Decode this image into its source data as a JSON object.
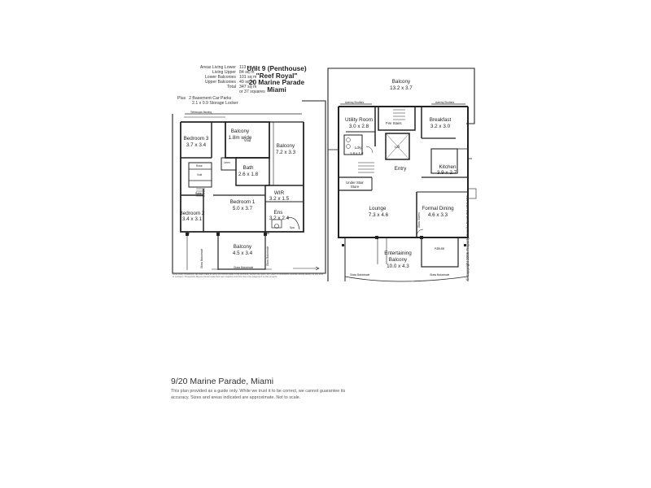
{
  "areas": {
    "rows": [
      {
        "label": "Areas Living Lower",
        "value": "113 sq m"
      },
      {
        "label": "Living Upper",
        "value": "84 sq m"
      },
      {
        "label": "Lower Balconies",
        "value": "101 sq m"
      },
      {
        "label": "Upper Balconies",
        "value": "49 sq m"
      },
      {
        "label": "Total",
        "value": "347 sq m"
      },
      {
        "label": "",
        "value": "or 37 squares"
      }
    ],
    "plus_label": "Plus",
    "plus_lines": [
      "2 Basement Car Parks",
      "2.1 x 0.9 Storage Locker"
    ]
  },
  "title": {
    "line1": "Unit 9 (Penthouse)",
    "line2": "\"Reef Royal\"",
    "line3": "20 Marine Parade",
    "line4": "Miami"
  },
  "upper_floor": {
    "balcony_top": {
      "name": "Balcony",
      "dims": "1.8m wide"
    },
    "telescopic_awning": "Telescopic Awning",
    "void_main": "Void",
    "balcony_right": {
      "name": "Balcony",
      "dims": "7.2 x 3.3"
    },
    "bedroom3": {
      "name": "Bedroom 3",
      "dims": "3.7 x 3.4"
    },
    "robe1": "Robe",
    "void_small": "Void",
    "robe2": "Robe",
    "linen": "Linen",
    "bath": {
      "name": "Bath",
      "dims": "2.6 x 1.8"
    },
    "bedroom2": {
      "name": "Bedroom 2",
      "dims": "3.4 x 3.1"
    },
    "bedroom1": {
      "name": "Bedroom 1",
      "dims": "5.0 x 3.7"
    },
    "wir": {
      "name": "WIR",
      "dims": "3.2 x 1.5"
    },
    "ens": {
      "name": "Ens",
      "dims": "3.2 x 2.4"
    },
    "spa": "Spa",
    "balcony_bottom": {
      "name": "Balcony",
      "dims": "4.5 x 3.4"
    },
    "glass_balustrade_left": "Glass Balustrade",
    "glass_balustrade_right": "Glass Balustrade",
    "glass_balustrade_bottom": "Glass Balustrade"
  },
  "lower_floor": {
    "balcony": {
      "name": "Balcony",
      "dims": "13.2 x 3.7"
    },
    "awning_left": "Awning Shutters",
    "awning_right": "Awning Shutters",
    "utility": {
      "name": "Utility Room",
      "dims": "3.0 x 2.8"
    },
    "fire_stairs": "Fire Stairs",
    "lift": "Lift",
    "breakfast": {
      "name": "Breakfast",
      "dims": "3.2 x 3.0"
    },
    "ldry": {
      "name": "Ldry",
      "dims": "1.8 x 1.8"
    },
    "entry": "Entry",
    "kitchen": {
      "name": "Kitchen",
      "dims": "3.9 x 2.7"
    },
    "under_stair": {
      "name": "Under Stair",
      "sub": "Store"
    },
    "lounge": {
      "name": "Lounge",
      "dims": "7.3 x 4.6"
    },
    "formal_dining": {
      "name": "Formal Dining",
      "dims": "4.6 x 3.3"
    },
    "glass_sliders": "Glass Sliders",
    "atrium": "Atrium",
    "entertaining": {
      "name": "Entertaining",
      "sub": "Balcony",
      "dims": "10.0 x 4.3"
    },
    "glass_balustrade_left": "Glass Balustrade",
    "glass_balustrade_right": "Glass Balustrade"
  },
  "copyright": "© Copyright 2005 Property Details PH:0409 803 707",
  "disclaimer": "While every endeavour has been made to verify the correct detail in this brochure, neither the Agent, the Seller or contractors illustrate accept liability for any error or omission. Prospective Buyers should make their own enquiries and form their own judgement on this property.",
  "caption": {
    "title": "9/20 Marine Parade, Miami",
    "text": "This plan provided as a guide only. While we trust it to be correct, we cannot guarantee its accuracy. Sizes and areas indicated are approximate. Not to scale."
  }
}
